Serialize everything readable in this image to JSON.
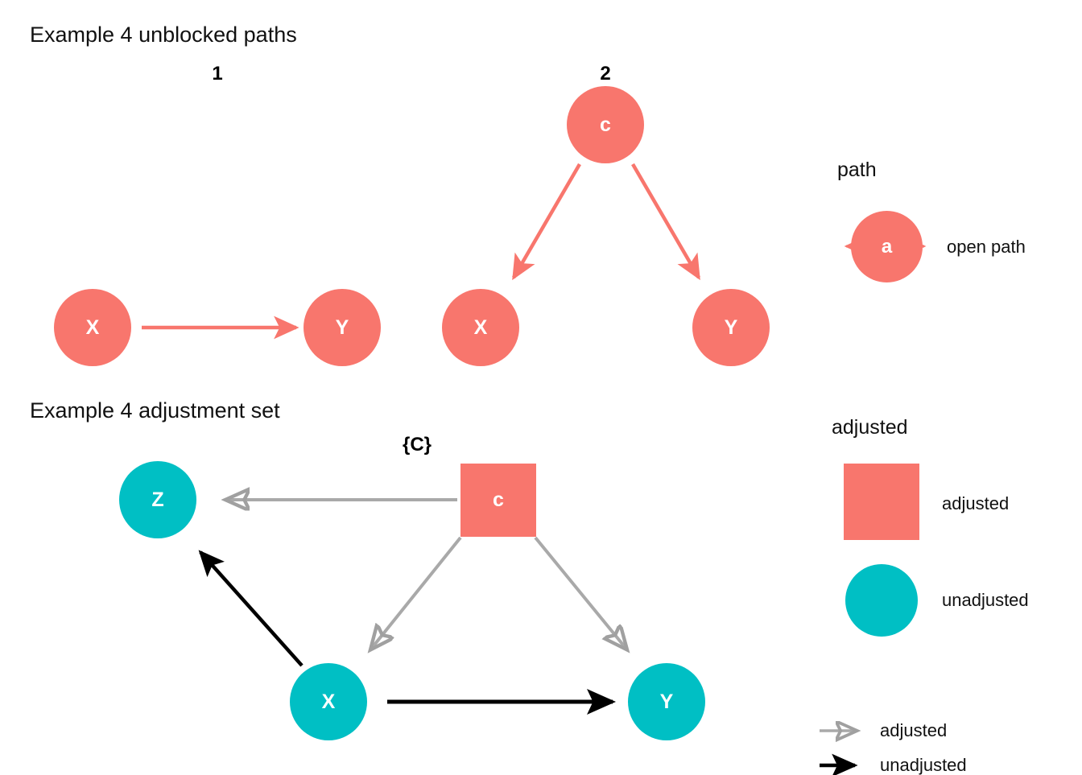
{
  "colors": {
    "open_path": "#F8766D",
    "unadjusted": "#00BFC4",
    "adjusted_edge": "#A9A9A9",
    "unadjusted_edge": "#000000",
    "background": "#FFFFFF",
    "text": "#111111",
    "node_text": "#FFFFFF"
  },
  "top_section": {
    "title": "Example 4 unblocked paths",
    "facets": [
      {
        "label": "1",
        "nodes": [
          {
            "id": "x1",
            "text": "X",
            "shape": "circle",
            "status": "open path"
          },
          {
            "id": "y1",
            "text": "Y",
            "shape": "circle",
            "status": "open path"
          }
        ],
        "edges": [
          {
            "from": "X",
            "to": "Y",
            "style": "open path"
          }
        ]
      },
      {
        "label": "2",
        "nodes": [
          {
            "id": "c2",
            "text": "c",
            "shape": "circle",
            "status": "open path"
          },
          {
            "id": "x2",
            "text": "X",
            "shape": "circle",
            "status": "open path"
          },
          {
            "id": "y2",
            "text": "Y",
            "shape": "circle",
            "status": "open path"
          }
        ],
        "edges": [
          {
            "from": "c",
            "to": "X",
            "style": "open path"
          },
          {
            "from": "c",
            "to": "Y",
            "style": "open path"
          }
        ]
      }
    ],
    "legend": {
      "title": "path",
      "items": [
        {
          "glyph": "circle",
          "glyph_text": "a",
          "label": "open path"
        }
      ]
    }
  },
  "bottom_section": {
    "title": "Example 4 adjustment set",
    "facets": [
      {
        "label": "{C}",
        "nodes": [
          {
            "id": "z",
            "text": "Z",
            "shape": "circle",
            "status": "unadjusted"
          },
          {
            "id": "c",
            "text": "c",
            "shape": "square",
            "status": "adjusted"
          },
          {
            "id": "x",
            "text": "X",
            "shape": "circle",
            "status": "unadjusted"
          },
          {
            "id": "y",
            "text": "Y",
            "shape": "circle",
            "status": "unadjusted"
          }
        ],
        "edges": [
          {
            "from": "c",
            "to": "Z",
            "style": "adjusted"
          },
          {
            "from": "c",
            "to": "X",
            "style": "adjusted"
          },
          {
            "from": "c",
            "to": "Y",
            "style": "adjusted"
          },
          {
            "from": "X",
            "to": "Z",
            "style": "unadjusted"
          },
          {
            "from": "X",
            "to": "Y",
            "style": "unadjusted"
          }
        ]
      }
    ],
    "legend": {
      "title": "adjusted",
      "items": [
        {
          "glyph": "square",
          "label": "adjusted"
        },
        {
          "glyph": "circle",
          "label": "unadjusted"
        }
      ],
      "edge_items": [
        {
          "glyph": "arrow-gray",
          "label": "adjusted"
        },
        {
          "glyph": "arrow-black",
          "label": "unadjusted"
        }
      ]
    }
  }
}
